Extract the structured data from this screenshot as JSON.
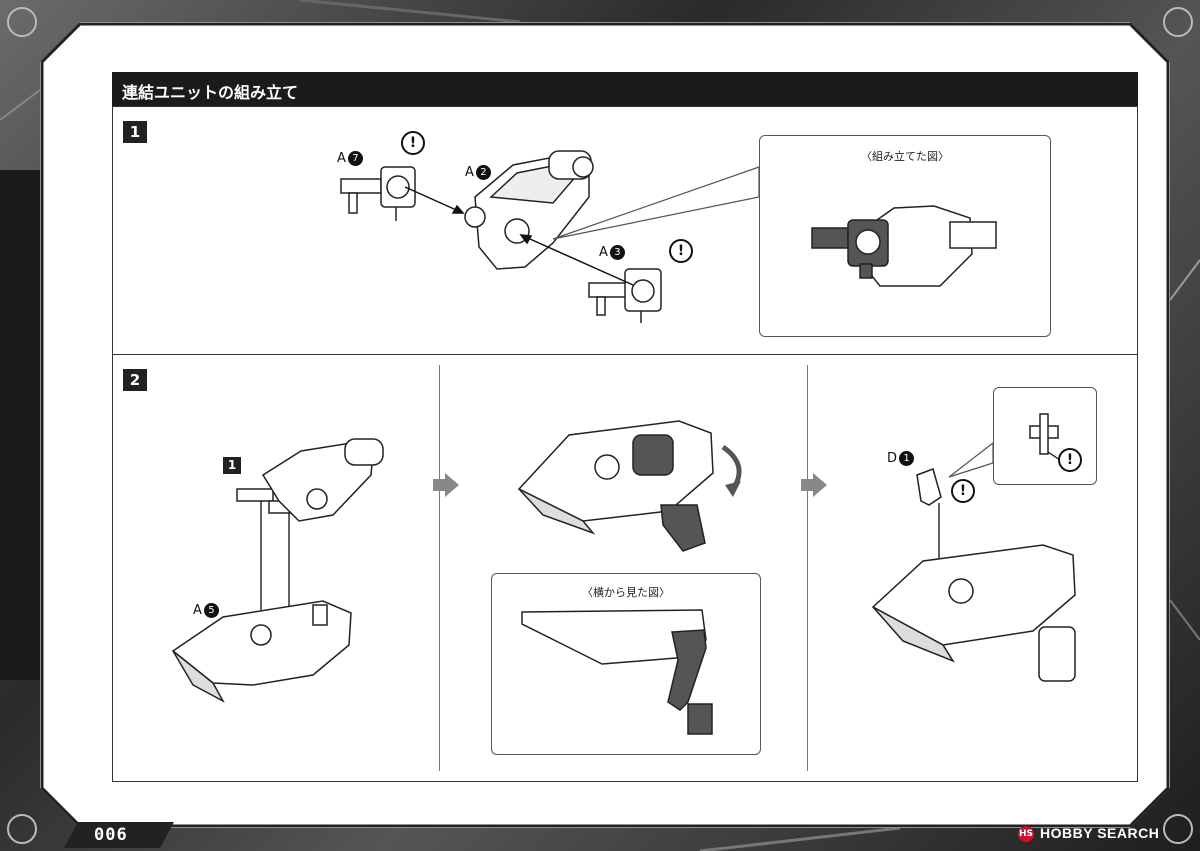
{
  "document": {
    "section_title": "連結ユニットの組み立て",
    "page_number": "006",
    "watermark": "HOBBY SEARCH",
    "watermark_logo": "HS"
  },
  "step1": {
    "badge": "1",
    "parts": [
      {
        "letter": "A",
        "number": "7"
      },
      {
        "letter": "A",
        "number": "2"
      },
      {
        "letter": "A",
        "number": "3"
      }
    ],
    "inset_label": "〈組み立てた図〉",
    "caution_mark": "!"
  },
  "step2": {
    "badge": "2",
    "sub_ref": "1",
    "parts": [
      {
        "letter": "A",
        "number": "5"
      },
      {
        "letter": "D",
        "number": "1"
      }
    ],
    "inset_label": "〈横から見た図〉",
    "caution_mark": "!"
  },
  "colors": {
    "title_bar": "#1b1b1b",
    "part_dark": "#555555",
    "arrow": "#888888"
  }
}
